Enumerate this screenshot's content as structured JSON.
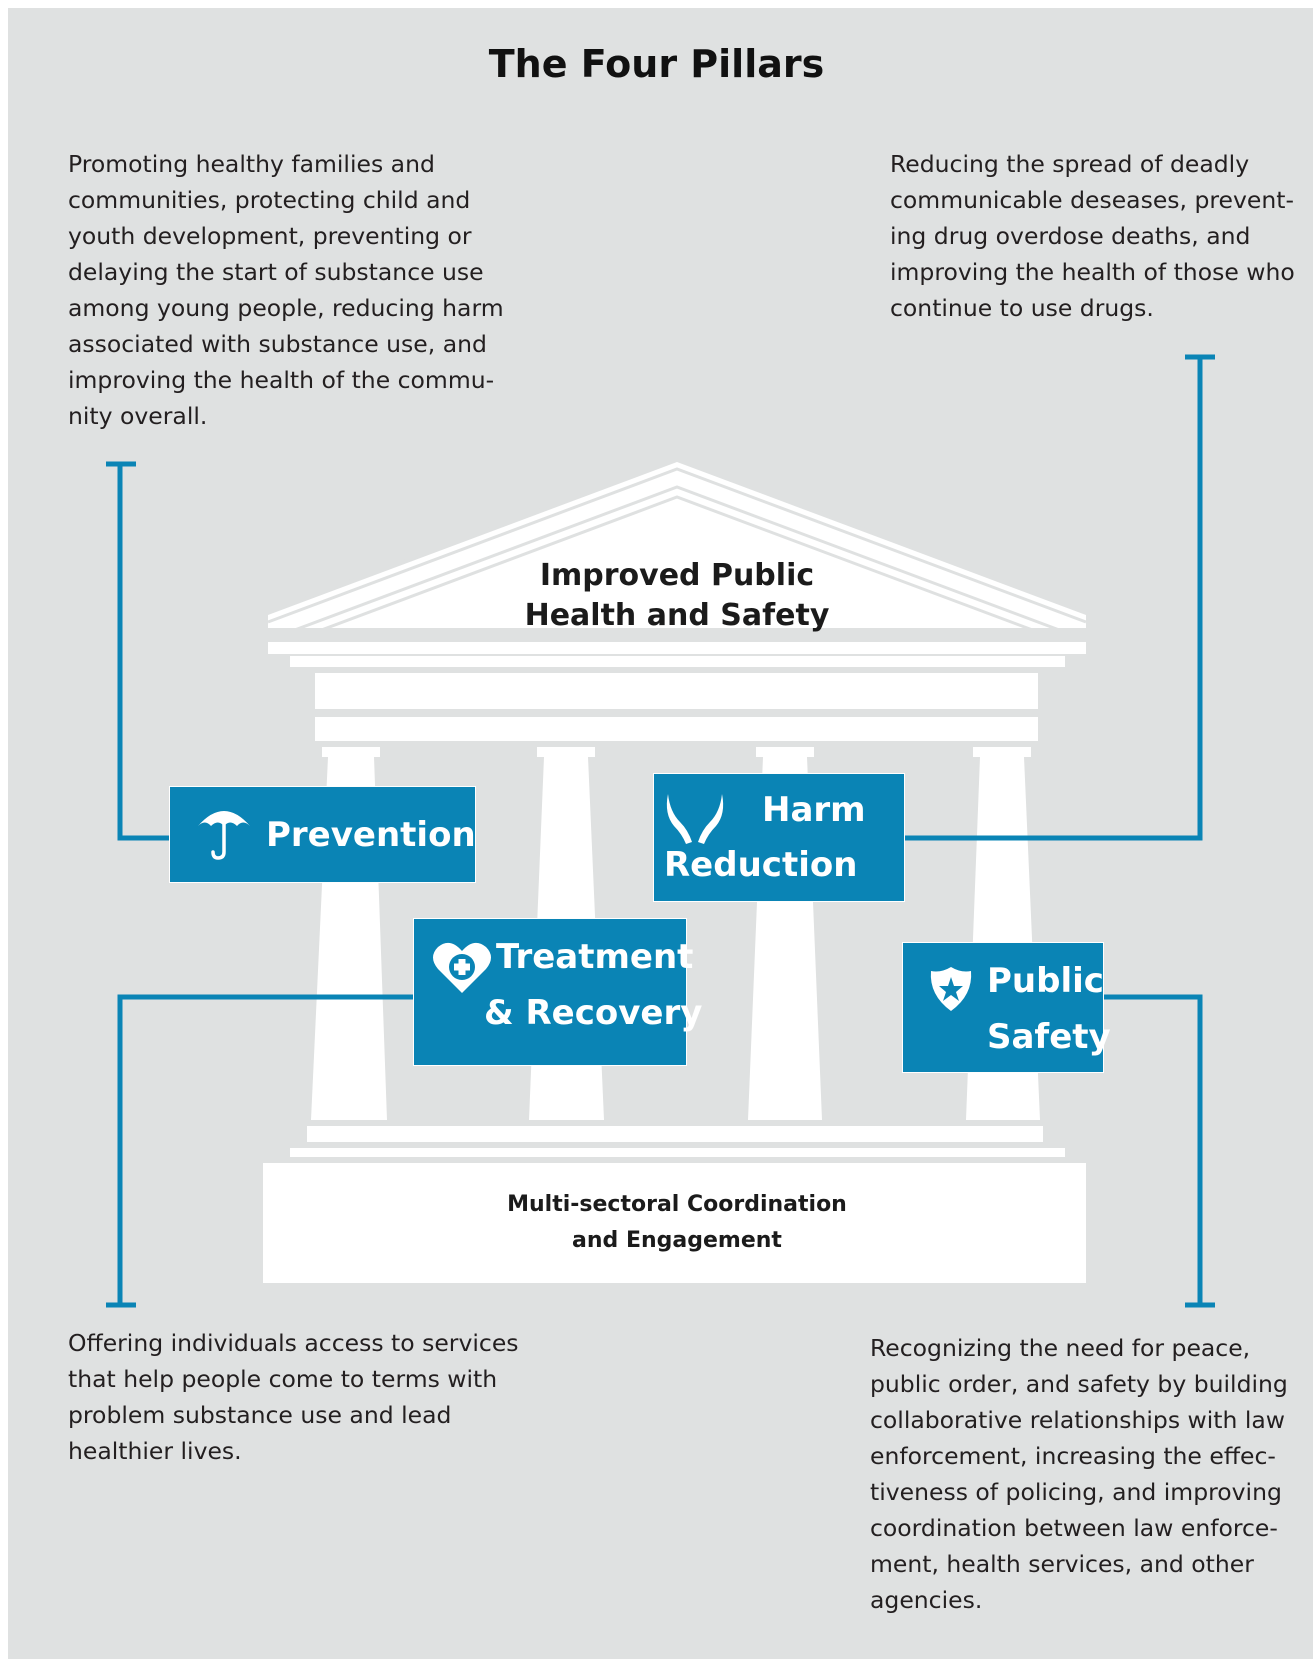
{
  "title": "The Four Pillars",
  "roof": {
    "line1": "Improved Public",
    "line2": "Health and Safety"
  },
  "base": {
    "line1": "Multi-sectoral Coordination",
    "line2": "and Engagement"
  },
  "pillars": {
    "prevention": {
      "label": "Prevention",
      "icon": "umbrella-icon",
      "description": [
        "Promoting healthy families and",
        "communities, protecting child and",
        "youth development, preventing or",
        "delaying the start of substance use",
        "among young people, reducing harm",
        "associated with substance use, and",
        "improving the health of the commu-",
        "nity overall."
      ]
    },
    "harm_reduction": {
      "label_line1": "Harm",
      "label_line2": "Reduction",
      "icon": "caring-hands-icon",
      "description": [
        "Reducing the spread of deadly",
        "communicable deseases, prevent-",
        "ing drug overdose deaths, and",
        "improving the health of those who",
        "continue to use drugs."
      ]
    },
    "treatment": {
      "label_line1": "Treatment",
      "label_line2": "& Recovery",
      "icon": "heart-cross-icon",
      "description": [
        "Offering individuals access to services",
        "that help people come to terms with",
        "problem substance use and lead",
        "healthier lives."
      ]
    },
    "public_safety": {
      "label_line1": "Public",
      "label_line2": "Safety",
      "icon": "police-badge-icon",
      "description": [
        "Recognizing the need for peace,",
        "public order, and safety by building",
        "collaborative relationships with law",
        "enforcement, increasing the effec-",
        "tiveness of policing, and improving",
        "coordination between law enforce-",
        "ment, health services, and other",
        "agencies."
      ]
    }
  },
  "colors": {
    "accent": "#0a84b5",
    "background": "#dfe1e1",
    "temple": "#ffffff"
  }
}
